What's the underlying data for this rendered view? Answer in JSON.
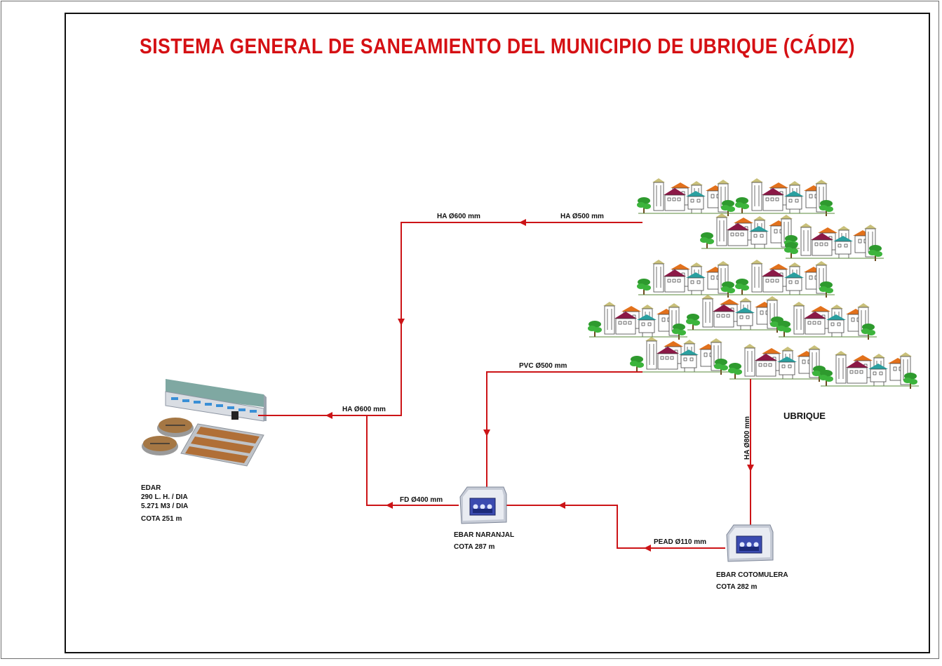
{
  "title": "SISTEMA GENERAL DE SANEAMIENTO DEL MUNICIPIO DE UBRIQUE (CÁDIZ)",
  "town": {
    "name": "UBRIQUE"
  },
  "pipes": {
    "ha600_top": "HA Ø600 mm",
    "ha500": "HA Ø500 mm",
    "ha600_edar": "HA Ø600 mm",
    "pvc500": "PVC Ø500 mm",
    "ha800": "HA Ø800 mm",
    "fd400": "FD Ø400 mm",
    "pead110": "PEAD Ø110 mm"
  },
  "edar": {
    "name": "EDAR",
    "flow_lh": "290 L.  H. / DIA",
    "flow_m3": "5.271  M3 / DIA",
    "cota": "COTA 251 m"
  },
  "ebar_naranjal": {
    "name": "EBAR NARANJAL",
    "cota": "COTA 287 m"
  },
  "ebar_cotomulera": {
    "name": "EBAR COTOMULERA",
    "cota": "COTA 282 m"
  },
  "colors": {
    "pipe": "#cc1417",
    "title": "#d51014"
  }
}
